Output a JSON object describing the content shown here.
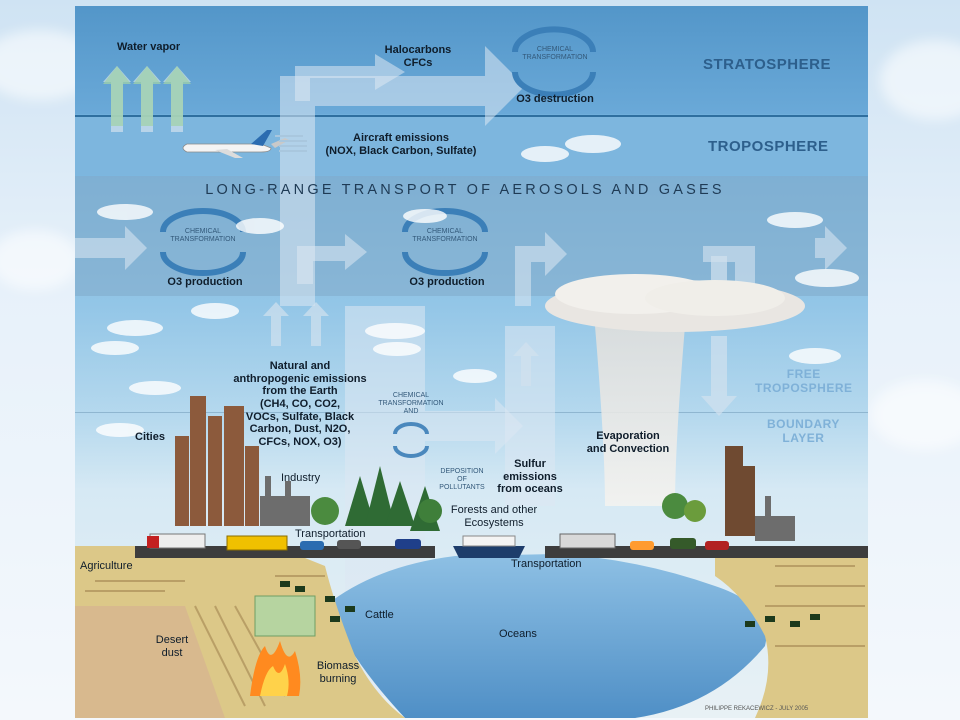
{
  "layers": {
    "stratosphere": "STRATOSPHERE",
    "troposphere": "TROPOSPHERE",
    "free_troposphere": "FREE\nTROPOSPHERE",
    "boundary_layer": "BOUNDARY\nLAYER"
  },
  "banner": "LONG-RANGE TRANSPORT OF AEROSOLS AND GASES",
  "labels": {
    "water_vapor": "Water vapor",
    "halocarbons": "Halocarbons\nCFCs",
    "chem_transform": "CHEMICAL\nTRANSFORMATION",
    "o3_destruction": "O3 destruction",
    "aircraft": "Aircraft emissions\n(NOX, Black Carbon, Sulfate)",
    "o3_production": "O3 production",
    "natural_emissions": "Natural and\nanthropogenic emissions\nfrom the Earth\n(CH4, CO, CO2,\nVOCs, Sulfate, Black\nCarbon, Dust, N2O,\nCFCs, NOX, O3)",
    "chem_transform_and": "CHEMICAL\nTRANSFORMATION\nAND",
    "deposition": "DEPOSITION\nOF\nPOLLUTANTS",
    "sulfur": "Sulfur\nemissions\nfrom oceans",
    "evaporation": "Evaporation\nand Convection",
    "cities": "Cities",
    "industry": "Industry",
    "transportation": "Transportation",
    "forests": "Forests and other\nEcosystems",
    "agriculture": "Agriculture",
    "cattle": "Cattle",
    "desert_dust": "Desert\ndust",
    "biomass": "Biomass\nburning",
    "oceans": "Oceans",
    "credit": "PHILIPPE REKACEWICZ - JULY 2005"
  },
  "colors": {
    "stratosphere_text": "#2d5f8c",
    "arrow": "#c9dbe8",
    "ocean": "#6fa7d4",
    "land": "#e8d59a",
    "field": "#c9b36a"
  }
}
